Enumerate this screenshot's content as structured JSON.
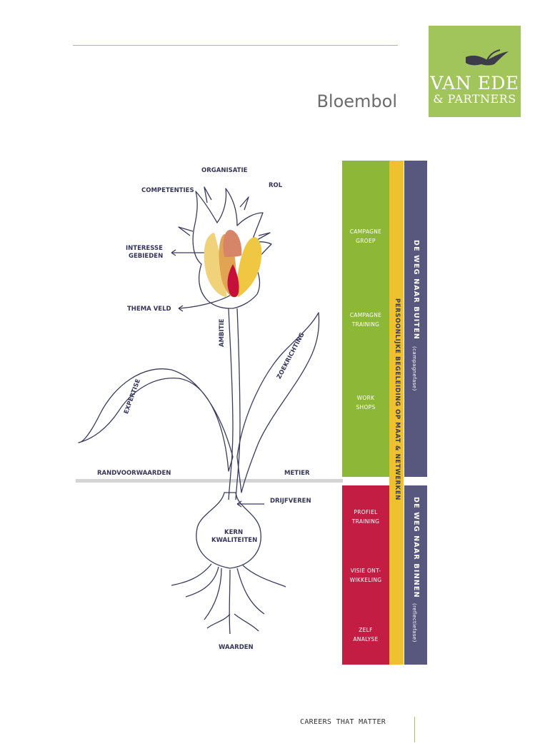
{
  "header": {
    "title": "Bloembol"
  },
  "logo": {
    "line1": "VAN EDE",
    "line2": "& PARTNERS"
  },
  "plant_labels": {
    "organisatie": "ORGANISATIE",
    "rol": "ROL",
    "competenties": "COMPETENTIES",
    "interesse_1": "INTERESSE",
    "interesse_2": "GEBIEDEN",
    "thema_veld": "THEMA VELD",
    "ambitie": "AMBITIE",
    "zoekrichting": "ZOEKRICHTING",
    "expertise": "EXPERTISE",
    "randvoorwaarden": "RANDVOORWAARDEN",
    "metier": "METIER",
    "drijfveren": "DRIJFVEREN",
    "kern_1": "KERN",
    "kern_2": "KWALITEITEN",
    "waarden": "WAARDEN"
  },
  "green_column": {
    "color": "#8cb737",
    "items": [
      {
        "line1": "CAMPAGNE",
        "line2": "GROEP"
      },
      {
        "line1": "CAMPAGNE",
        "line2": "TRAINING"
      },
      {
        "line1": "WORK",
        "line2": "SHOPS"
      }
    ]
  },
  "red_column": {
    "color": "#c41d44",
    "items": [
      {
        "line1": "PROFIEL",
        "line2": "TRAINING"
      },
      {
        "line1": "VISIE ONT-",
        "line2": "WIKKELING"
      },
      {
        "line1": "ZELF",
        "line2": "ANALYSE"
      }
    ]
  },
  "yellow_column": {
    "color": "#f0c12e",
    "text": "PERSOONLIJKE BEGELEIDING OP MAAT  &  NETWERKEN"
  },
  "blue_column": {
    "color": "#58587e",
    "top_text": "DE WEG NAAR BUITEN",
    "top_sub": "(campagnefase)",
    "bottom_text": "DE WEG NAAR BINNEN",
    "bottom_sub": "(reflectiefase)"
  },
  "footer": {
    "text": "CAREERS THAT MATTER"
  }
}
